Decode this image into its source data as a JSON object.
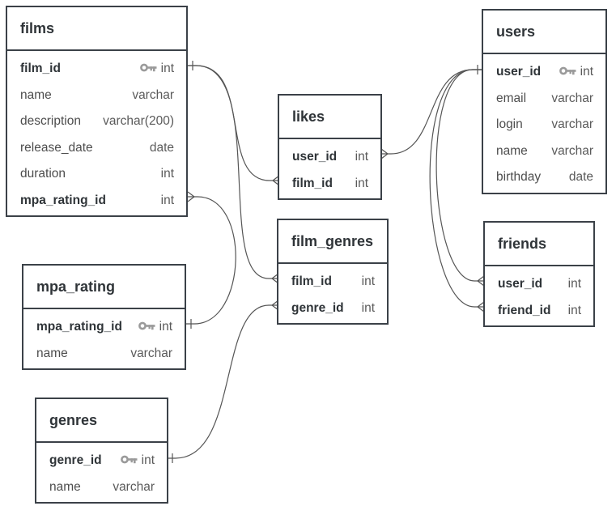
{
  "tables": {
    "films": {
      "name": "films",
      "fields": [
        {
          "name": "film_id",
          "type": "int",
          "pk": true
        },
        {
          "name": "name",
          "type": "varchar"
        },
        {
          "name": "description",
          "type": "varchar(200)"
        },
        {
          "name": "release_date",
          "type": "date"
        },
        {
          "name": "duration",
          "type": "int"
        },
        {
          "name": "mpa_rating_id",
          "type": "int",
          "fk": true
        }
      ]
    },
    "likes": {
      "name": "likes",
      "fields": [
        {
          "name": "user_id",
          "type": "int",
          "fk": true
        },
        {
          "name": "film_id",
          "type": "int",
          "fk": true
        }
      ]
    },
    "users": {
      "name": "users",
      "fields": [
        {
          "name": "user_id",
          "type": "int",
          "pk": true
        },
        {
          "name": "email",
          "type": "varchar"
        },
        {
          "name": "login",
          "type": "varchar"
        },
        {
          "name": "name",
          "type": "varchar"
        },
        {
          "name": "birthday",
          "type": "date"
        }
      ]
    },
    "film_genres": {
      "name": "film_genres",
      "fields": [
        {
          "name": "film_id",
          "type": "int",
          "fk": true
        },
        {
          "name": "genre_id",
          "type": "int",
          "fk": true
        }
      ]
    },
    "friends": {
      "name": "friends",
      "fields": [
        {
          "name": "user_id",
          "type": "int",
          "fk": true
        },
        {
          "name": "friend_id",
          "type": "int",
          "fk": true
        }
      ]
    },
    "mpa_rating": {
      "name": "mpa_rating",
      "fields": [
        {
          "name": "mpa_rating_id",
          "type": "int",
          "pk": true
        },
        {
          "name": "name",
          "type": "varchar"
        }
      ]
    },
    "genres": {
      "name": "genres",
      "fields": [
        {
          "name": "genre_id",
          "type": "int",
          "pk": true
        },
        {
          "name": "name",
          "type": "varchar"
        }
      ]
    }
  },
  "relationships": [
    {
      "from": "films.film_id",
      "to": "likes.film_id",
      "cardinality": "one-to-many"
    },
    {
      "from": "films.film_id",
      "to": "film_genres.film_id",
      "cardinality": "one-to-many"
    },
    {
      "from": "mpa_rating.mpa_rating_id",
      "to": "films.mpa_rating_id",
      "cardinality": "one-to-many"
    },
    {
      "from": "genres.genre_id",
      "to": "film_genres.genre_id",
      "cardinality": "one-to-many"
    },
    {
      "from": "users.user_id",
      "to": "likes.user_id",
      "cardinality": "one-to-many"
    },
    {
      "from": "users.user_id",
      "to": "friends.user_id",
      "cardinality": "one-to-many"
    },
    {
      "from": "users.user_id",
      "to": "friends.friend_id",
      "cardinality": "one-to-many"
    }
  ],
  "colors": {
    "border": "#3b4148",
    "line": "#555555",
    "key_icon": "#9a9a9a"
  },
  "icons": {
    "primary_key": "key-icon"
  }
}
